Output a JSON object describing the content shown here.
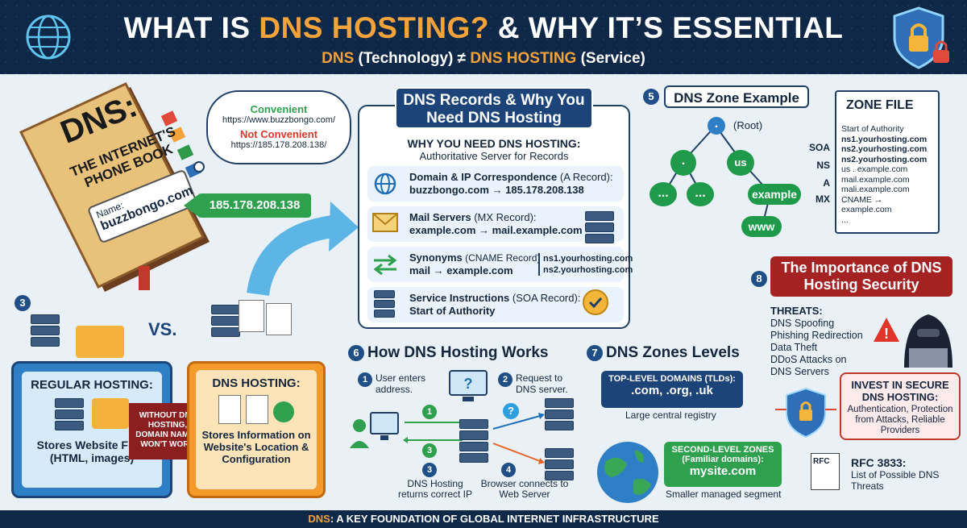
{
  "header": {
    "title_a": "WHAT IS ",
    "title_b": "DNS HOSTING?",
    "title_c": " & WHY IT’S ESSENTIAL",
    "subtitle_a": "DNS",
    "subtitle_b": " (Technology) ≠ ",
    "subtitle_c": "DNS HOSTING",
    "subtitle_d": " (Service)"
  },
  "book": {
    "title": "DNS:",
    "subtitle": "THE INTERNET'S PHONE BOOK",
    "name_label": "Name:",
    "name_value": "buzzbongo.com",
    "ip": "185.178.208.138"
  },
  "cloud": {
    "conv_label": "Convenient",
    "conv_url": "https://www.buzzbongo.com/",
    "notconv_label": "Not Convenient",
    "notconv_url": "https://185.178.208.138/"
  },
  "compare": {
    "num": "3",
    "vs": "VS.",
    "regular_title": "REGULAR HOSTING:",
    "regular_desc": "Stores Website Files (HTML, images)",
    "without": "WITHOUT DNS HOSTING, DOMAIN NAMES WON'T WORK",
    "dns_title": "DNS HOSTING:",
    "dns_desc": "Stores Information on Website's Location & Configuration"
  },
  "records": {
    "title": "DNS Records & Why You Need DNS Hosting",
    "why": "WHY YOU NEED DNS HOSTING:",
    "why_sub": "Authoritative Server for Records",
    "a_title": "Domain & IP Correspondence",
    "a_type": " (A Record):",
    "a_value": "buzzbongo.com → 185.178.208.138",
    "mx_title": "Mail Servers",
    "mx_type": " (MX Record):",
    "mx_value": "example.com → mail.example.com",
    "cname_title": "Synonyms",
    "cname_type": " (CNAME Record)",
    "cname_value": "mail → example.com",
    "ns1": "ns1.yourhosting.com",
    "ns2": "ns2.yourhosting.com",
    "soa_title": "Service Instructions",
    "soa_type": " (SOA Record):",
    "soa_value": "Start of Authority"
  },
  "zone": {
    "num": "5",
    "title": "DNS Zone Example",
    "root_dot": ".",
    "root": "(Root)",
    "n1": ".",
    "n2": "us",
    "n3": "...",
    "n4": "...",
    "n5": "example",
    "n6": "www",
    "file_title": "ZONE FILE",
    "soa": "SOA",
    "ns": "NS",
    "a": "A",
    "mx": "MX",
    "lines": [
      "Start of Authority",
      "ns1.yourhosting.com",
      "ns2.yourhosting.com",
      "ns2.yourhosting.com",
      "us . example.com",
      "mail.example.com",
      "mali.example.com",
      "CNAME → example.com",
      "..."
    ]
  },
  "security": {
    "num": "8",
    "title": "The Importance of DNS Hosting Security",
    "threats_title": "THREATS:",
    "threats": [
      "DNS Spoofing",
      "Phishing Redirection",
      "Data Theft",
      "DDoS Attacks on DNS Servers"
    ],
    "invest_title": "INVEST IN SECURE DNS HOSTING:",
    "invest_desc": "Authentication, Protection from Attacks, Reliable Providers",
    "rfc_icon": "RFC",
    "rfc_title": "RFC 3833:",
    "rfc_desc": "List of Possible DNS Threats"
  },
  "works": {
    "num": "6",
    "title": "How DNS Hosting Works",
    "s1n": "1",
    "s1": "User enters address.",
    "s2n": "2",
    "s2": "Request to DNS server.",
    "s3n": "3",
    "s3": "DNS Hosting returns correct IP",
    "s4n": "4",
    "s4": "Browser connects to Web Server",
    "q": "?",
    "a1": "1",
    "a3": "3"
  },
  "levels": {
    "num": "7",
    "title": "DNS Zones Levels",
    "tld_title": "TOP-LEVEL DOMAINS (TLDs):",
    "tld_value": ".com, .org, .uk",
    "tld_desc": "Large central registry",
    "sld_title": "SECOND-LEVEL ZONES",
    "sld_sub": "(Familiar domains):",
    "sld_value": "mysite.com",
    "sld_desc": "Smaller managed segment"
  },
  "footer": {
    "a": "DNS",
    "b": ": A KEY FOUNDATION OF GLOBAL INTERNET INFRASTRUCTURE"
  }
}
